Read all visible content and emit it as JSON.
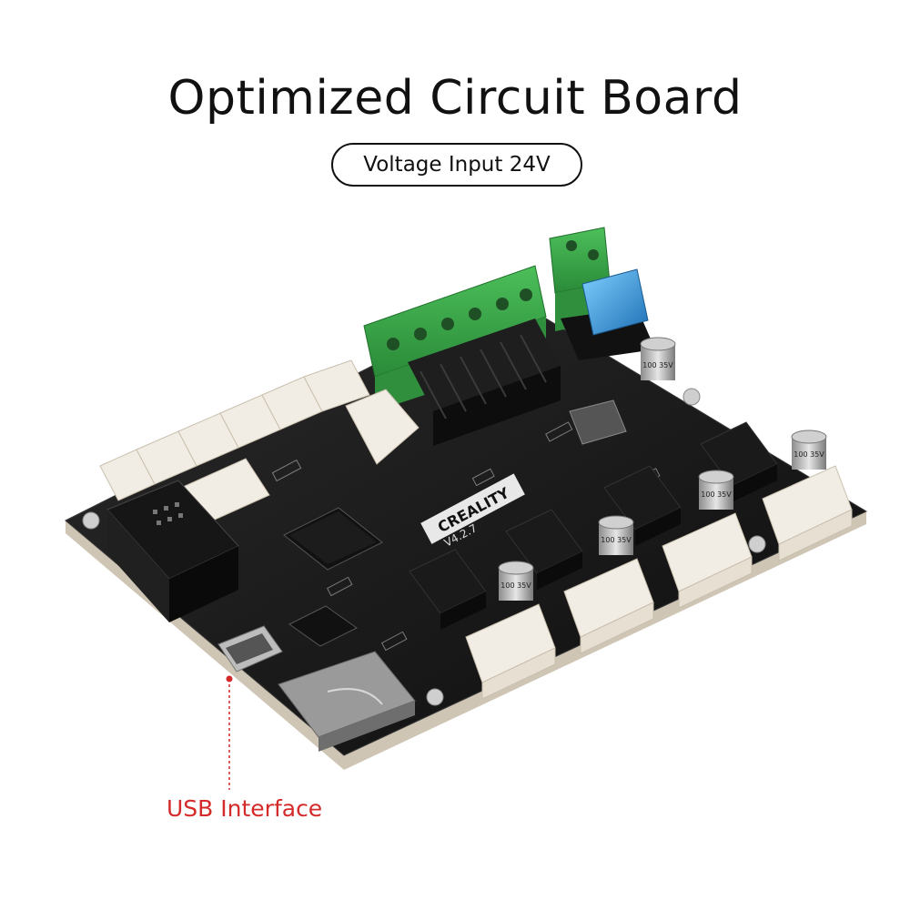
{
  "header": {
    "title": "Optimized Circuit Board",
    "subtitle": "Voltage Input 24V"
  },
  "board": {
    "brand_text": "CREALITY",
    "version_text": "V4.2.7",
    "capacitor_texts": [
      "100 35V",
      "100 35V",
      "100 35V",
      "100 35V",
      "100 35V"
    ]
  },
  "callout": {
    "label": "USB Interface",
    "color": "#d42a2a"
  },
  "colors": {
    "board": "#1a1a1a",
    "board_edge": "#d8cfc0",
    "terminal_green": "#3aa84a",
    "connector_white": "#f2ede4",
    "heatsink": "#161616",
    "fuse_blue": "#2f8fd8"
  }
}
